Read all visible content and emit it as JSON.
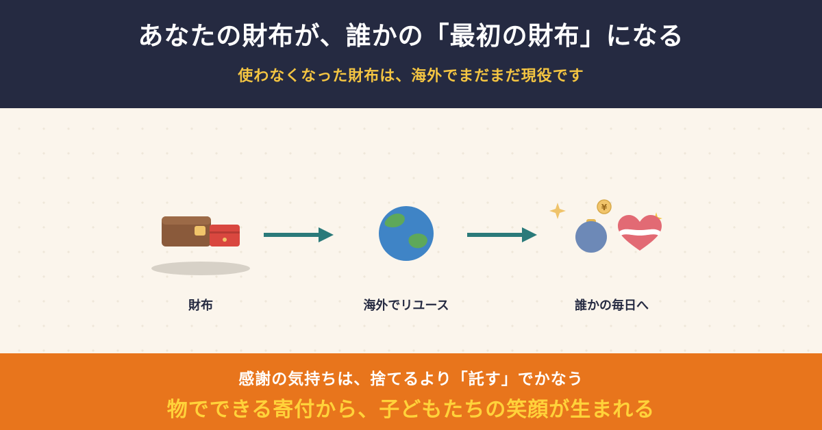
{
  "colors": {
    "navy": "#252a41",
    "accent_yellow": "#f4c542",
    "orange": "#e8751c",
    "teal_arrow": "#2a7a7a"
  },
  "header": {
    "title": "あなたの財布が、誰かの「最初の財布」になる",
    "subtitle": "使わなくなった財布は、海外でまだまだ現役です"
  },
  "flow": {
    "steps": [
      {
        "label": "財布",
        "icon": "wallet-icon"
      },
      {
        "label": "海外でリユース",
        "icon": "globe-icon"
      },
      {
        "label": "誰かの毎日へ",
        "icon": "coin-purse-heart-icon"
      }
    ],
    "coin_symbol": "¥"
  },
  "footer": {
    "line1": "感謝の気持ちは、捨てるより「託す」でかなう",
    "line2": "物でできる寄付から、子どもたちの笑顔が生まれる"
  }
}
